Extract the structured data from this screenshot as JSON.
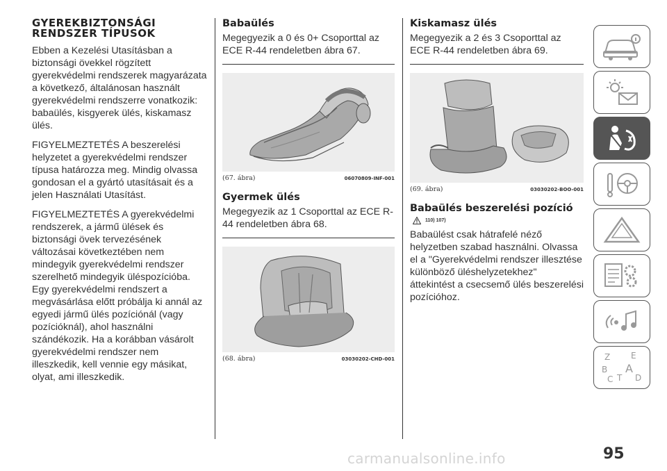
{
  "col1": {
    "title": "GYEREKBIZTONSÁGI RENDSZER TÍPUSOK",
    "p1": "Ebben a Kezelési Utasításban a biztonsági övekkel rögzített gyerekvédelmi rendszerek magyarázata a következő, általánosan használt gyerekvédelmi rendszerre vonatkozik: babaülés, kisgyerek ülés, kiskamasz ülés.",
    "p2": "FIGYELMEZTETÉS A beszerelési helyzetet a gyerekvédelmi rendszer típusa határozza meg. Mindig olvassa gondosan el a gyártó utasításait és a jelen Használati Utasítást.",
    "p3": "FIGYELMEZTETÉS A gyerekvédelmi rendszerek, a jármű ülések és biztonsági övek tervezésének változásai következtében nem mindegyik gyerekvédelmi rendszer szerelhető mindegyik üléspozícióba. Egy gyerekvédelmi rendszert a megvásárlása előtt próbálja ki annál az egyedi jármű ülés pozíciónál (vagy pozícióknál), ahol használni szándékozik. Ha a korábban vásárolt gyerekvédelmi rendszer nem illeszkedik, kell vennie egy másikat, olyat, ami illeszkedik."
  },
  "col2": {
    "h_babaules": "Babaülés",
    "p_babaules": "Megegyezik a 0 és 0+ Csoporttal az ECE R-44 rendeletben ábra 67.",
    "fig67_caption": "(67. ábra)",
    "fig67_code": "06070809-INF-001",
    "h_gyermek": "Gyermek ülés",
    "p_gyermek": "Megegyezik az 1 Csoporttal az ECE R-44 rendeletben ábra 68.",
    "fig68_caption": "(68. ábra)",
    "fig68_code": "03030202-CHD-001"
  },
  "col3": {
    "h_kiskamasz": "Kiskamasz ülés",
    "p_kiskamasz": "Megegyezik a 2 és 3 Csoporttal az ECE R-44 rendeletben ábra 69.",
    "fig69_caption": "(69. ábra)",
    "fig69_code": "03030202-BOO-001",
    "h_pozicio": "Babaülés beszerelési pozíció",
    "warning_refs": "110) 107)",
    "p_pozicio": "Babaülést csak hátrafelé néző helyzetben szabad használni. Olvassa el a \"Gyerekvédelmi rendszer illesztése különböző üléshelyzetekhez\" áttekintést a csecsemő ülés beszerelési pozícióhoz."
  },
  "tabs": [
    {
      "icon": "car-info-icon"
    },
    {
      "icon": "dashboard-lights-icon"
    },
    {
      "icon": "safety-seatbelt-icon",
      "active": true
    },
    {
      "icon": "starting-driving-icon"
    },
    {
      "icon": "warning-triangle-icon"
    },
    {
      "icon": "maintenance-icon"
    },
    {
      "icon": "multimedia-icon"
    },
    {
      "icon": "index-icon"
    }
  ],
  "index_letters": [
    "Z",
    "E",
    "B",
    "A",
    "C",
    "T",
    "D"
  ],
  "page_number": "95",
  "watermark": "carmanualsonline.info",
  "colors": {
    "text": "#333333",
    "tab_border": "#555555",
    "tab_active": "#555555",
    "figure_bg": "#ededed"
  }
}
